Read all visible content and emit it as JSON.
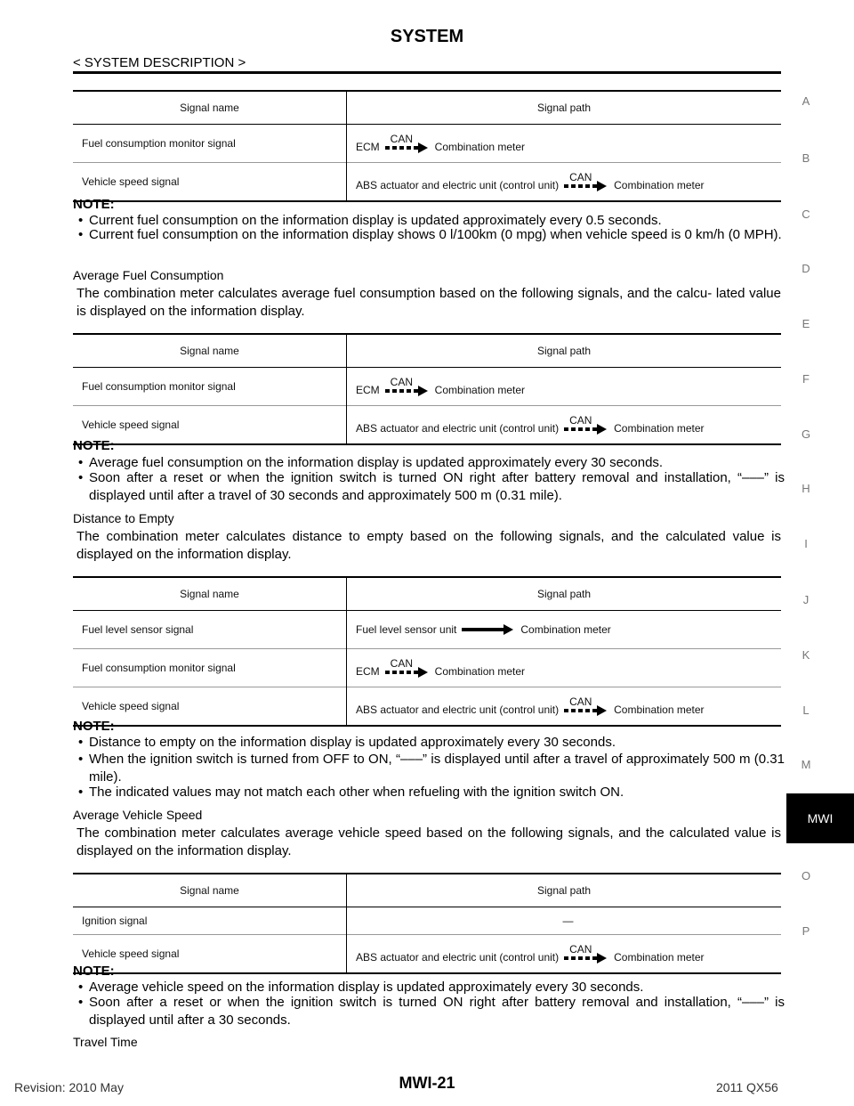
{
  "header": {
    "title": "SYSTEM",
    "subtitle": "< SYSTEM DESCRIPTION >"
  },
  "side_index": [
    "A",
    "B",
    "C",
    "D",
    "E",
    "F",
    "G",
    "H",
    "I",
    "J",
    "K",
    "L",
    "M",
    "MWI",
    "O",
    "P"
  ],
  "can_label": "CAN",
  "tables": [
    {
      "col_headers": [
        "Signal name",
        "Signal path"
      ],
      "rows": [
        {
          "name": "Fuel consumption monitor signal",
          "from": "ECM",
          "link": "can",
          "to": "Combination meter"
        },
        {
          "name": "Vehicle speed signal",
          "from": "ABS actuator and electric unit (control unit)",
          "link": "can",
          "to": "Combination meter"
        }
      ]
    },
    {
      "col_headers": [
        "Signal name",
        "Signal path"
      ],
      "rows": [
        {
          "name": "Fuel consumption monitor signal",
          "from": "ECM",
          "link": "can",
          "to": "Combination meter"
        },
        {
          "name": "Vehicle speed signal",
          "from": "ABS actuator and electric unit (control unit)",
          "link": "can",
          "to": "Combination meter"
        }
      ]
    },
    {
      "col_headers": [
        "Signal name",
        "Signal path"
      ],
      "rows": [
        {
          "name": "Fuel level sensor signal",
          "from": "Fuel level sensor unit",
          "link": "solid",
          "to": "Combination meter"
        },
        {
          "name": "Fuel consumption monitor signal",
          "from": "ECM",
          "link": "can",
          "to": "Combination meter"
        },
        {
          "name": "Vehicle speed signal",
          "from": "ABS actuator and electric unit (control unit)",
          "link": "can",
          "to": "Combination meter"
        }
      ]
    },
    {
      "col_headers": [
        "Signal name",
        "Signal path"
      ],
      "rows": [
        {
          "name": "Ignition signal",
          "dash": "—"
        },
        {
          "name": "Vehicle speed signal",
          "from": "ABS actuator and electric unit (control unit)",
          "link": "can",
          "to": "Combination meter"
        }
      ]
    }
  ],
  "sections": [
    {
      "note_label": "NOTE:",
      "bullets": [
        "Current fuel consumption on the information display is updated approximately every 0.5 seconds.",
        "Current fuel consumption on the information display shows 0 l/100km (0 mpg) when vehicle speed is 0 km/h (0 MPH)."
      ]
    },
    {
      "heading": "Average Fuel Consumption",
      "paragraph": "The combination meter calculates average fuel consumption based on the following signals, and the calcu- lated value is displayed on the information display.",
      "note_label": "NOTE:",
      "bullets": [
        "Average fuel consumption on the information display is updated approximately every 30 seconds.",
        "Soon after a reset or when the ignition switch is turned ON right after battery removal and installation, “–––” is displayed until after a travel of 30 seconds and approximately 500 m (0.31 mile)."
      ]
    },
    {
      "heading": "Distance to Empty",
      "paragraph": "The combination meter calculates distance to empty based on the following signals, and the calculated value is displayed on the information display.",
      "note_label": "NOTE:",
      "bullets": [
        "Distance to empty on the information display is updated approximately every 30 seconds.",
        "When the ignition switch is turned from OFF to ON, “–––” is displayed until after a travel of approximately 500 m (0.31 mile).",
        "The indicated values may not match each other when refueling with the ignition switch ON."
      ]
    },
    {
      "heading": "Average Vehicle Speed",
      "paragraph": "The combination meter calculates average vehicle speed based on the following signals, and the calculated value is displayed on the information display.",
      "note_label": "NOTE:",
      "bullets": [
        "Average vehicle speed on the information display is updated approximately every 30 seconds.",
        "Soon after a reset or when the ignition switch is turned ON right after battery removal and installation, “–––” is displayed until after a 30 seconds."
      ]
    },
    {
      "heading": "Travel Time"
    }
  ],
  "footer": {
    "revision": "Revision: 2010 May",
    "page": "MWI-21",
    "model": "2011 QX56"
  }
}
